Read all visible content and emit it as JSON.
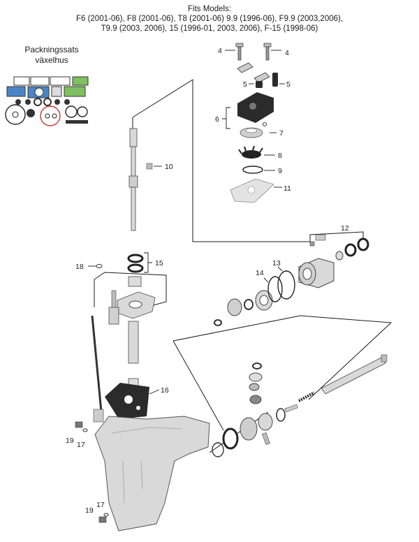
{
  "header": {
    "title": "Fits Models:",
    "line1": "F6 (2001-06), F8 (2001-06), T8 (2001-06) 9.9 (1996-06), F9.9 (2003,2006),",
    "line2": "T9.9 (2003, 2006), 15 (1996-01, 2003, 2006), F-15 (1998-06)"
  },
  "kit": {
    "title_line1": "Packningssats",
    "title_line2": "växelhus"
  },
  "callouts": {
    "c4a": "4",
    "c4b": "4",
    "c5a": "5",
    "c5b": "5",
    "c6": "6",
    "c7": "7",
    "c8": "8",
    "c9": "9",
    "c10": "10",
    "c11": "11",
    "c12": "12",
    "c13": "13",
    "c14": "14",
    "c15": "15",
    "c16": "16",
    "c17a": "17",
    "c17b": "17",
    "c18": "18",
    "c19a": "19",
    "c19b": "19"
  },
  "colors": {
    "line": "#1a1a1a",
    "part_fill": "#d9d9d9",
    "part_dark": "#2b2b2b",
    "seal_red": "#c0392b",
    "kit_blue": "#4a86c6",
    "kit_green": "#7fbf5f"
  }
}
